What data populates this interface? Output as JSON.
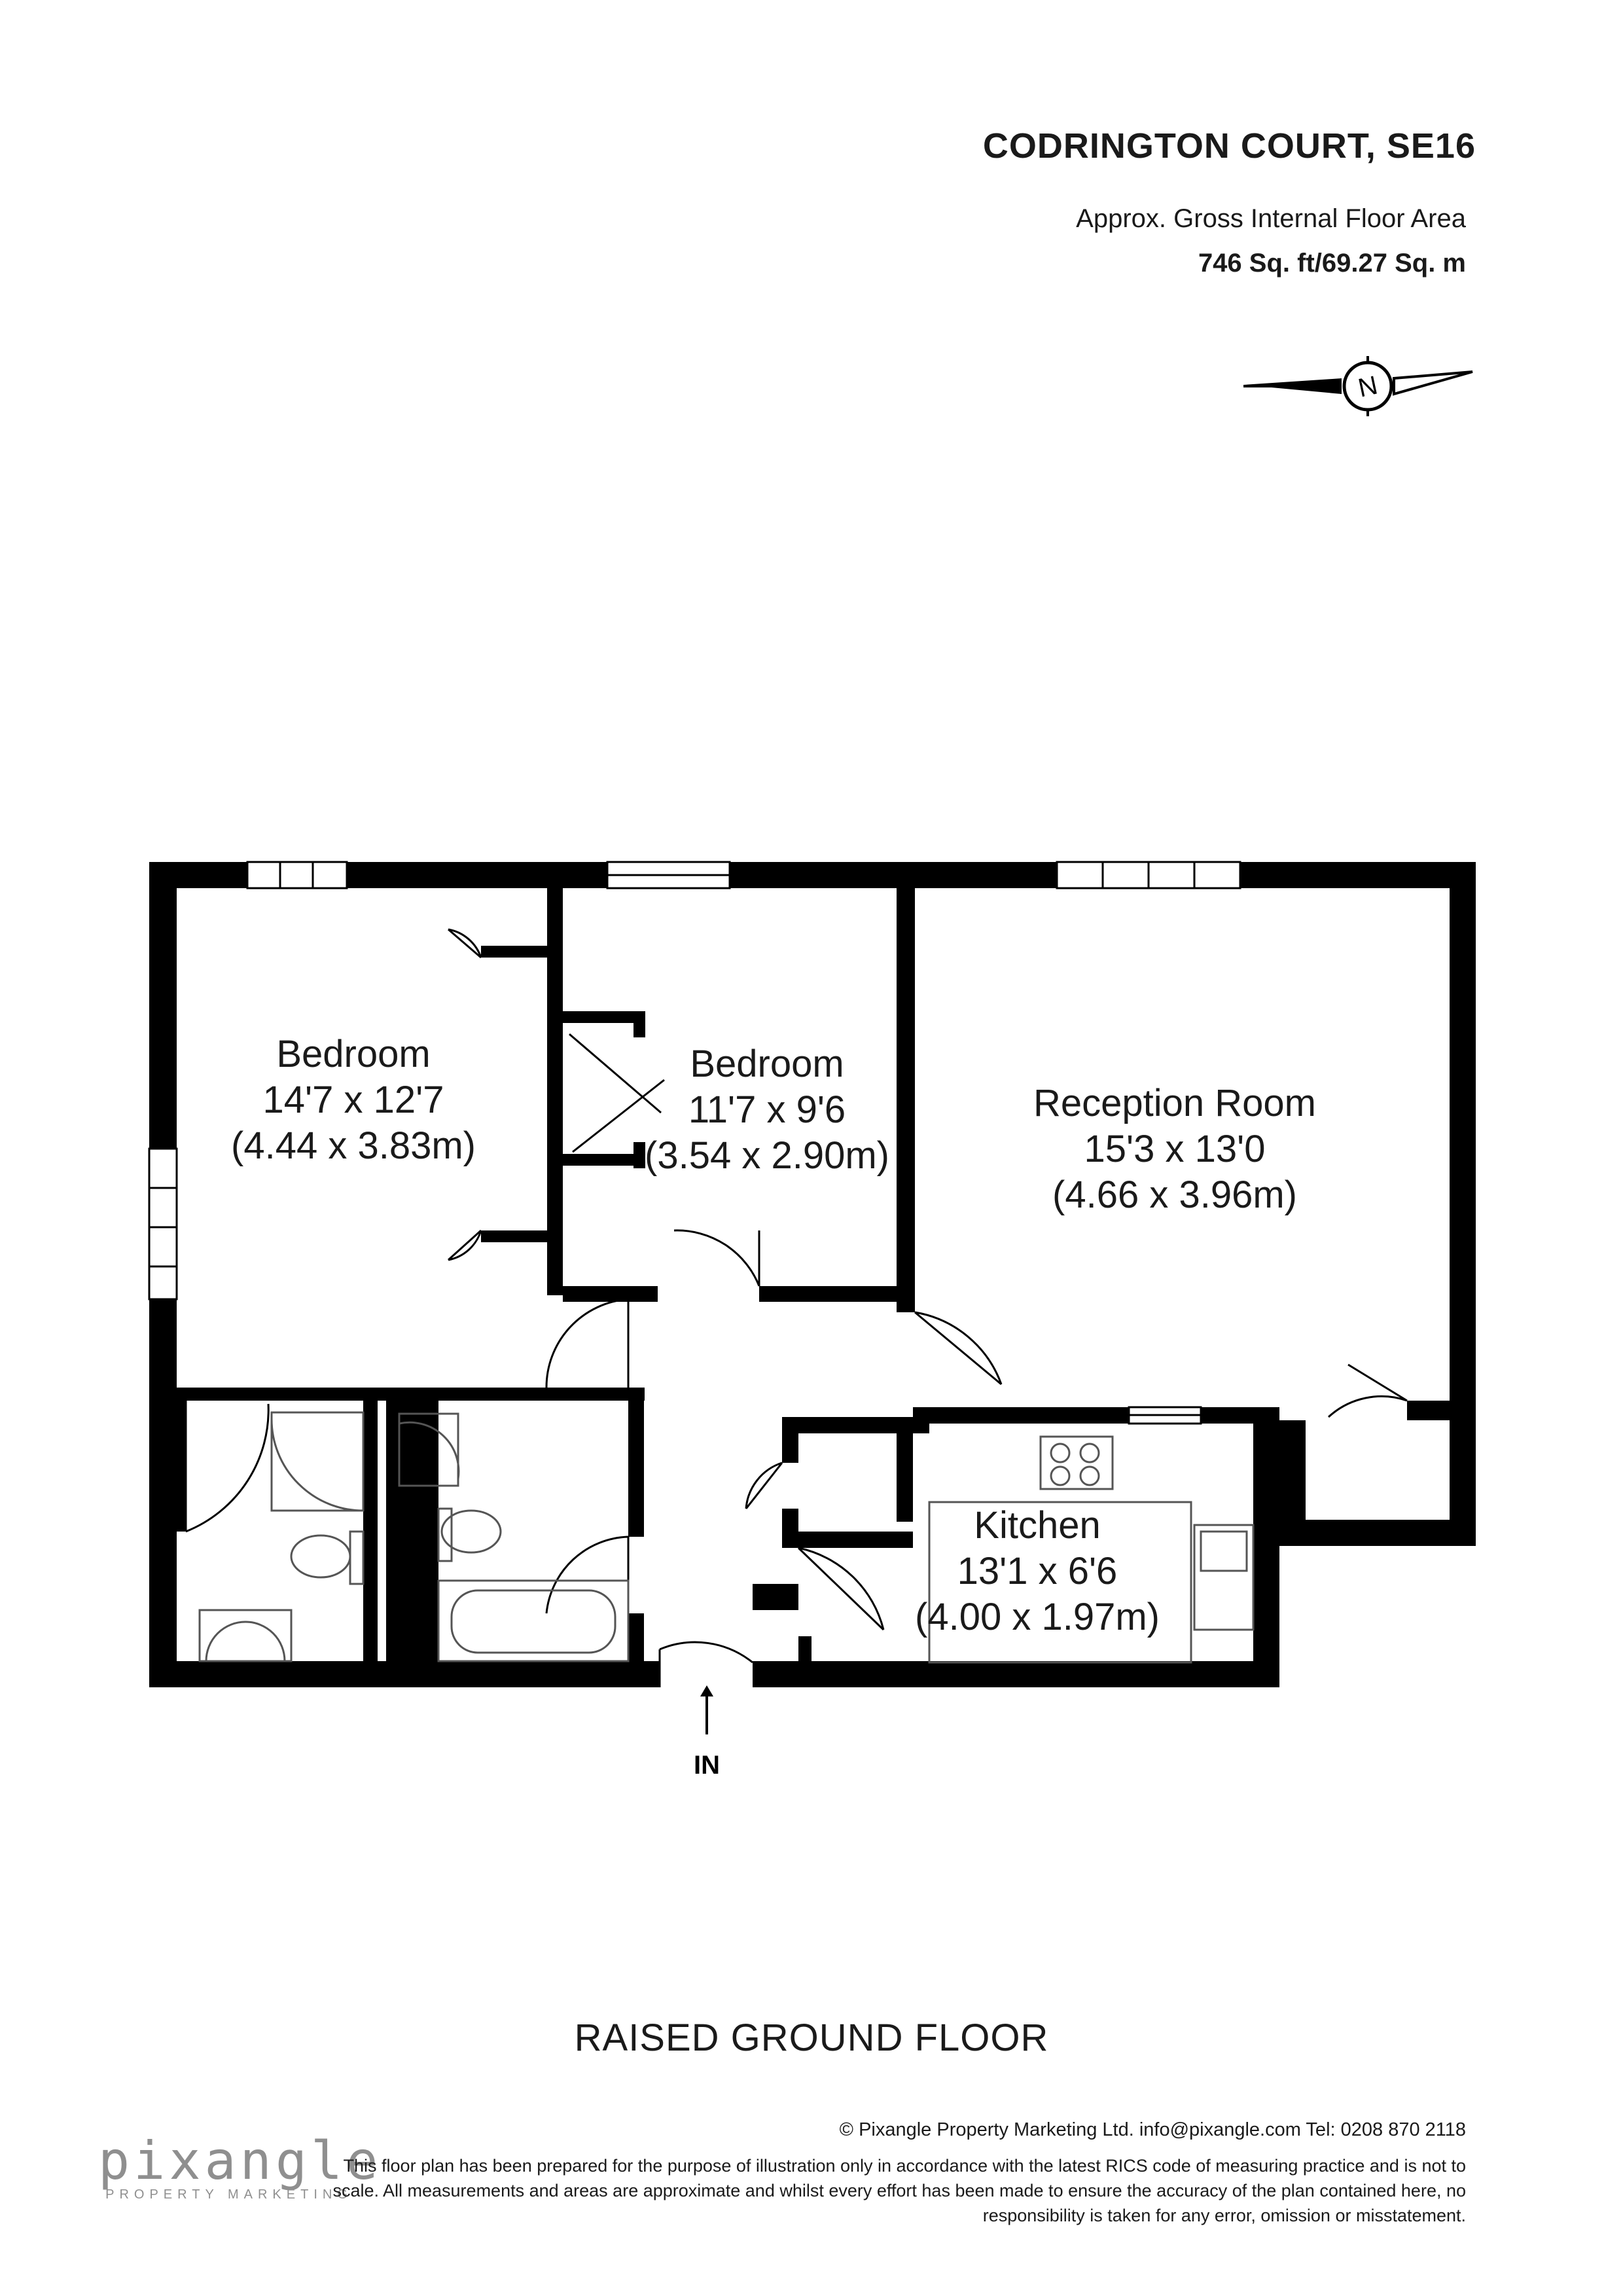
{
  "header": {
    "title": "CODRINGTON COURT, SE16",
    "subtitle": "Approx. Gross Internal Floor Area",
    "area": "746 Sq. ft/69.27 Sq. m"
  },
  "rooms": [
    {
      "name": "Bedroom",
      "imperial": "14'7 x 12'7",
      "metric": "(4.44 x 3.83m)"
    },
    {
      "name": "Bedroom",
      "imperial": "11'7 x 9'6",
      "metric": "(3.54 x 2.90m)"
    },
    {
      "name": "Reception Room",
      "imperial": "15'3 x 13'0",
      "metric": "(4.66 x 3.96m)"
    },
    {
      "name": "Kitchen",
      "imperial": "13'1 x 6'6",
      "metric": "(4.00 x 1.97m)"
    }
  ],
  "entrance_label": "IN",
  "compass_label": "N",
  "floor_label": "RAISED GROUND FLOOR",
  "footer": {
    "copyright": "© Pixangle Property Marketing Ltd. info@pixangle.com Tel: 0208 870 2118",
    "disclaimer": "This floor plan has been prepared for the purpose of illustration only in accordance with the latest RICS code of measuring practice and is not to scale. All measurements and areas are approximate and whilst every effort has been made to ensure the accuracy of the plan contained here, no responsibility is taken for any error, omission or misstatement.",
    "logo_name": "pixangle",
    "logo_tagline": "PROPERTY MARKETING"
  },
  "colors": {
    "wall": "#000000",
    "fixture": "#555555",
    "logo": "#8f8f8f"
  }
}
